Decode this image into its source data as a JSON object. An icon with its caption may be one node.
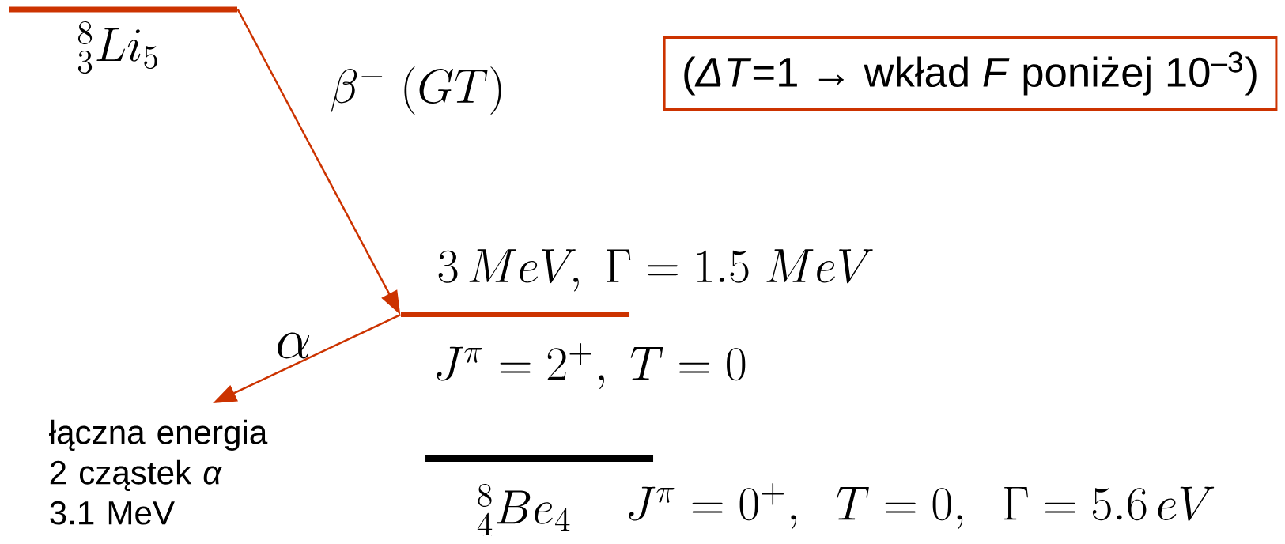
{
  "diagram": {
    "nodes": [
      {
        "text": [
          "{}^{8}_{3}Li_{5}"
        ]
      },
      {
        "text": [
          "3\\,MeV,\\ \\Gamma=1.5\\ MeV",
          "J^{\\pi}=2^{+},\\ T=0"
        ]
      },
      {
        "text": [
          "{}^{8}_{4}Be_{4}",
          "J^{\\pi}=0^{+},\\ \\ T=0,\\ \\ \\Gamma=5.6\\,eV"
        ]
      },
      {
        "text": [
          "łączna energia 2 cząstek *α* 3.1 MeV"
        ]
      },
      {
        "text": [
          "(*ΔT*=1 → wkład *F* poniżej 10$^{–3}$)"
        ]
      }
    ],
    "edges": [
      {
        "from": 0,
        "to": 1,
        "arrow": "to",
        "label": "\\beta^{-}\\ (GT)"
      },
      {
        "from": 1,
        "to": 3,
        "arrow": "to",
        "label": "\\alpha"
      }
    ]
  }
}
